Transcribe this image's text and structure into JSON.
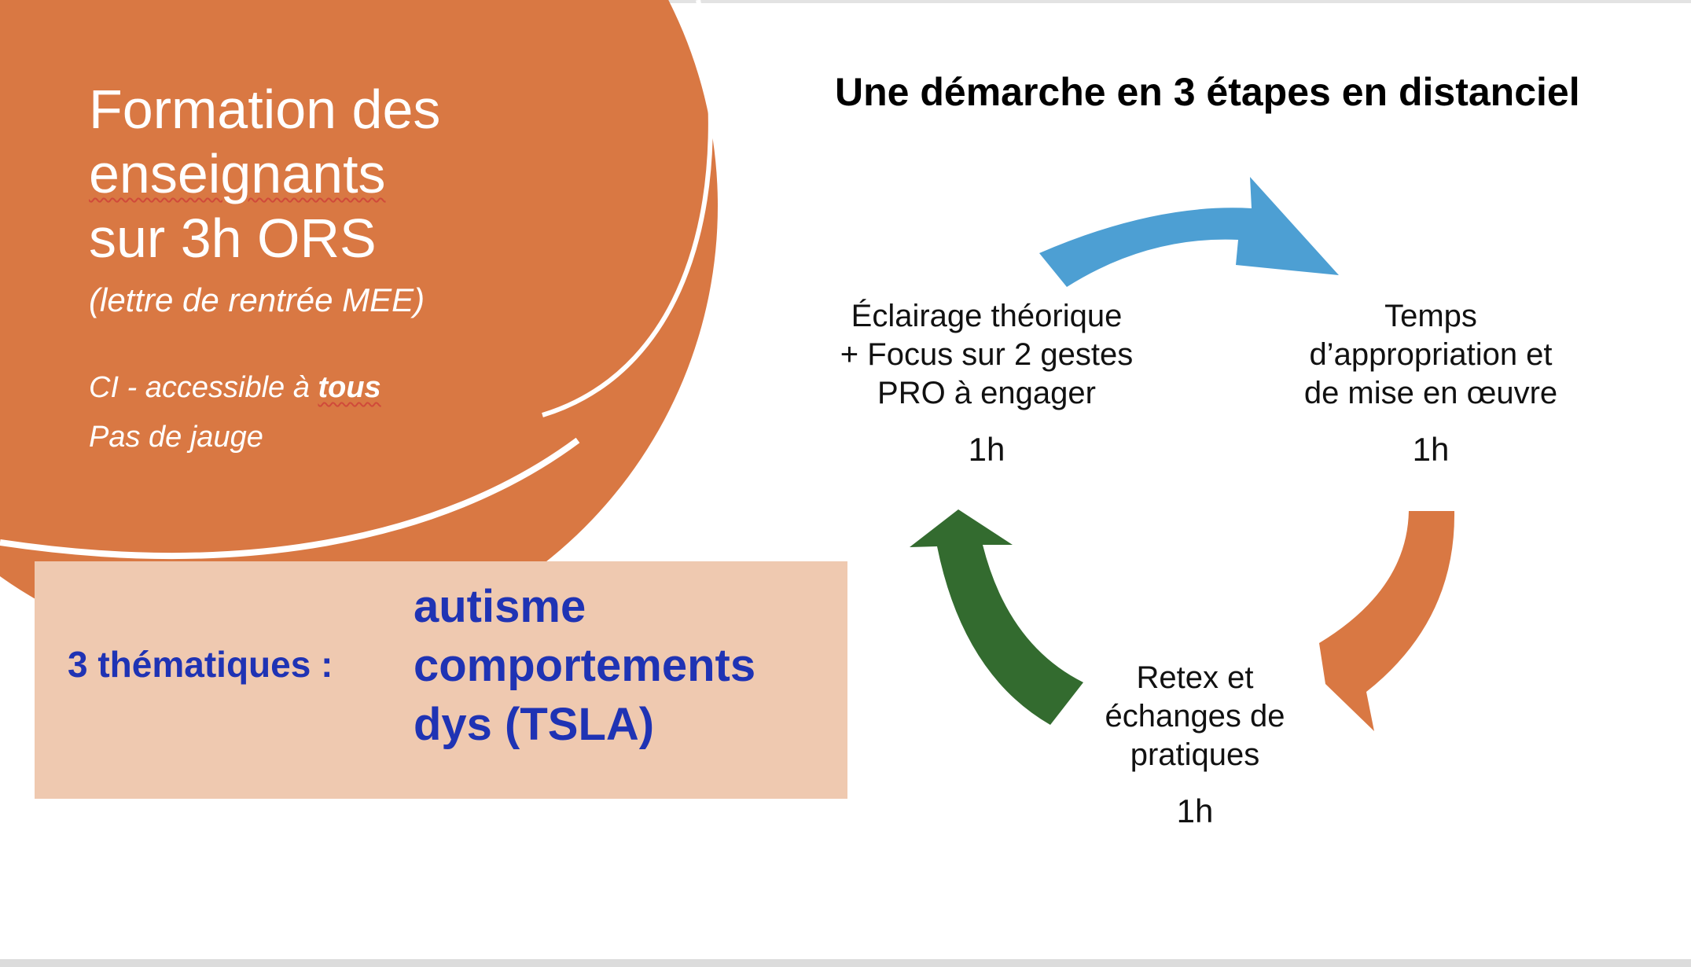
{
  "slide": {
    "title_lines": [
      "Formation des",
      "enseignants",
      "sur 3h ORS"
    ],
    "subtitle": "(lettre de rentrée MEE)",
    "access_prefix": "CI - accessible à ",
    "access_bold": "tous",
    "gauge": "Pas de jauge",
    "themes": {
      "label": "3 thématiques :",
      "items": [
        "autisme",
        "comportements",
        "dys (TSLA)"
      ]
    },
    "headline": "Une démarche en 3 étapes en distanciel",
    "steps": [
      {
        "lines": [
          "Éclairage théorique",
          "+ Focus sur 2 gestes",
          "PRO à engager"
        ],
        "duration": "1h"
      },
      {
        "lines": [
          "Temps",
          "d’appropriation et",
          "de mise en œuvre"
        ],
        "duration": "1h"
      },
      {
        "lines": [
          "Retex et",
          "échanges de",
          "pratiques"
        ],
        "duration": "1h"
      }
    ]
  },
  "colors": {
    "orange": "#d97843",
    "peach_box": "#efc9b0",
    "theme_text": "#1f33b4",
    "arrow_blue": "#4d9fd3",
    "arrow_orange": "#d97843",
    "arrow_green": "#336b2f"
  },
  "icons": [
    "arrow-blue-icon",
    "arrow-orange-icon",
    "arrow-green-icon"
  ]
}
